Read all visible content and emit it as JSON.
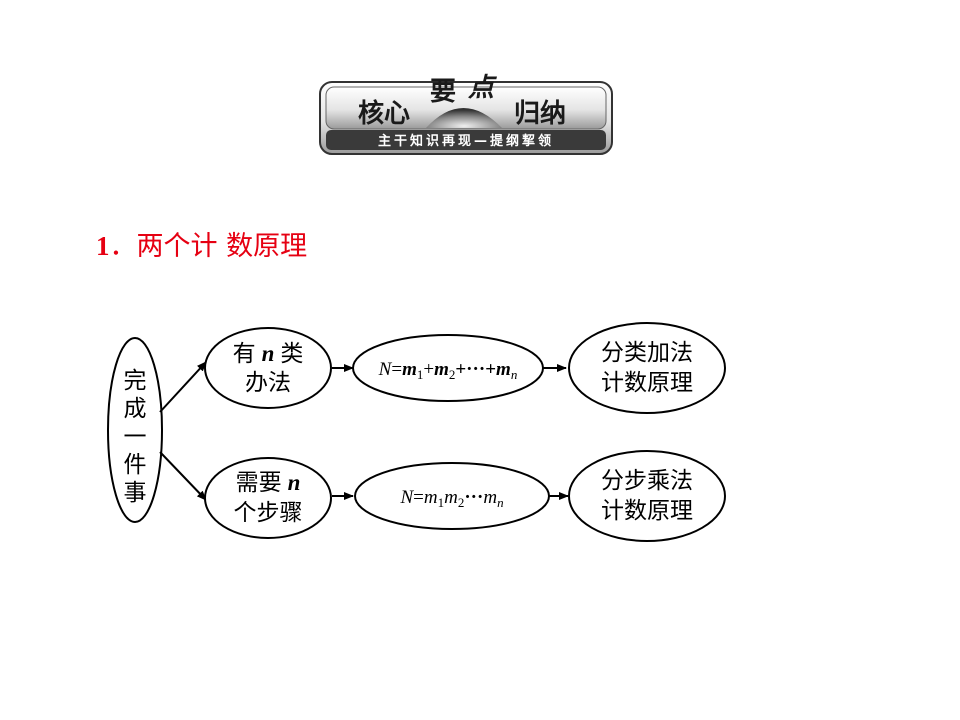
{
  "banner": {
    "title_part1": "核心",
    "title_part2": "要",
    "title_part3": "点",
    "title_part4": "归纳",
    "subtitle": "主干知识再现—提纲挈领"
  },
  "section": {
    "number": "1",
    "separator": "．",
    "title": "两个计 数原理"
  },
  "diagram": {
    "root_chars": [
      "完",
      "成",
      "一",
      "件",
      "事"
    ],
    "classification": {
      "method_line1_pre": "有",
      "method_line1_var": "n",
      "method_line1_post": "类",
      "method_line2": "办法",
      "formula": {
        "N": "N",
        "eq": "=",
        "m": "m",
        "sub1": "1",
        "plus": "+",
        "sub2": "2",
        "dots": "+···+",
        "subn": "n"
      },
      "result_line1": "分类加法",
      "result_line2": "计数原理"
    },
    "step": {
      "method_line1_pre": "需要",
      "method_line1_var": "n",
      "method_line2": "个步骤",
      "formula": {
        "N": "N",
        "eq": "=",
        "m": "m",
        "sub1": "1",
        "sub2": "2",
        "dots": "···",
        "subn": "n"
      },
      "result_line1": "分步乘法",
      "result_line2": "计数原理"
    }
  },
  "colors": {
    "heading_red": "#e60012",
    "banner_dark": "#3a3a3a",
    "stroke": "#000000"
  }
}
